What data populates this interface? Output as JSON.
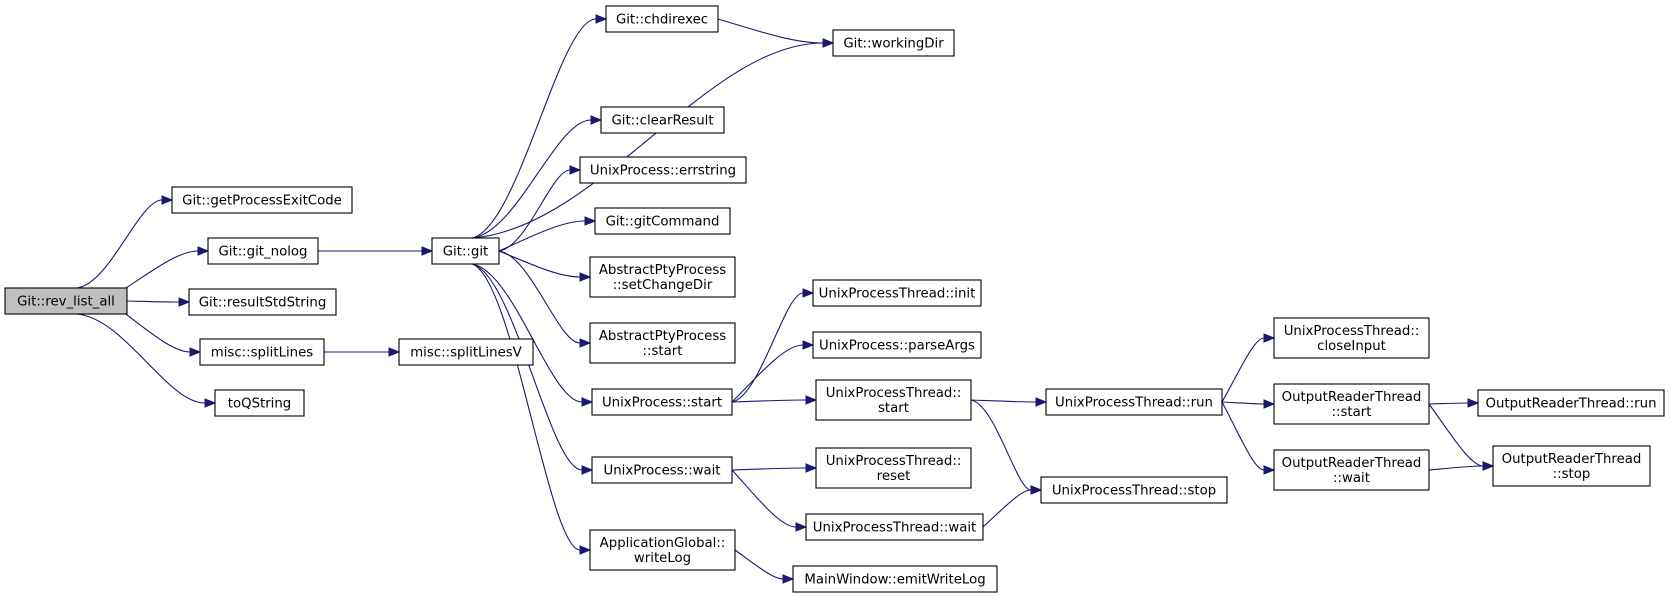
{
  "graph": {
    "title": "",
    "edge_color": "#191970",
    "root_fill": "#bfbfbf",
    "node_fill": "#ffffff",
    "nodes": [
      {
        "id": "rev_list_all",
        "lines": [
          "Git::rev_list_all"
        ],
        "root": true
      },
      {
        "id": "getProcessExitCode",
        "lines": [
          "Git::getProcessExitCode"
        ]
      },
      {
        "id": "git_nolog",
        "lines": [
          "Git::git_nolog"
        ]
      },
      {
        "id": "resultStdString",
        "lines": [
          "Git::resultStdString"
        ]
      },
      {
        "id": "splitLines",
        "lines": [
          "misc::splitLines"
        ]
      },
      {
        "id": "toQString",
        "lines": [
          "toQString"
        ]
      },
      {
        "id": "git",
        "lines": [
          "Git::git"
        ]
      },
      {
        "id": "splitLinesV",
        "lines": [
          "misc::splitLinesV"
        ]
      },
      {
        "id": "chdirexec",
        "lines": [
          "Git::chdirexec"
        ]
      },
      {
        "id": "workingDir",
        "lines": [
          "Git::workingDir"
        ]
      },
      {
        "id": "clearResult",
        "lines": [
          "Git::clearResult"
        ]
      },
      {
        "id": "errstring",
        "lines": [
          "UnixProcess::errstring"
        ]
      },
      {
        "id": "gitCommand",
        "lines": [
          "Git::gitCommand"
        ]
      },
      {
        "id": "setChangeDir",
        "lines": [
          "AbstractPtyProcess",
          "::setChangeDir"
        ]
      },
      {
        "id": "apt_start",
        "lines": [
          "AbstractPtyProcess",
          "::start"
        ]
      },
      {
        "id": "up_start",
        "lines": [
          "UnixProcess::start"
        ]
      },
      {
        "id": "up_wait",
        "lines": [
          "UnixProcess::wait"
        ]
      },
      {
        "id": "writeLog",
        "lines": [
          "ApplicationGlobal::",
          "writeLog"
        ]
      },
      {
        "id": "upt_init",
        "lines": [
          "UnixProcessThread::init"
        ]
      },
      {
        "id": "parseArgs",
        "lines": [
          "UnixProcess::parseArgs"
        ]
      },
      {
        "id": "upt_start",
        "lines": [
          "UnixProcessThread::",
          "start"
        ]
      },
      {
        "id": "upt_reset",
        "lines": [
          "UnixProcessThread::",
          "reset"
        ]
      },
      {
        "id": "upt_wait",
        "lines": [
          "UnixProcessThread::wait"
        ]
      },
      {
        "id": "emitWriteLog",
        "lines": [
          "MainWindow::emitWriteLog"
        ]
      },
      {
        "id": "upt_run",
        "lines": [
          "UnixProcessThread::run"
        ]
      },
      {
        "id": "upt_stop",
        "lines": [
          "UnixProcessThread::stop"
        ]
      },
      {
        "id": "closeInput",
        "lines": [
          "UnixProcessThread::",
          "closeInput"
        ]
      },
      {
        "id": "ort_start",
        "lines": [
          "OutputReaderThread",
          "::start"
        ]
      },
      {
        "id": "ort_wait",
        "lines": [
          "OutputReaderThread",
          "::wait"
        ]
      },
      {
        "id": "ort_run",
        "lines": [
          "OutputReaderThread::run"
        ]
      },
      {
        "id": "ort_stop",
        "lines": [
          "OutputReaderThread",
          "::stop"
        ]
      }
    ],
    "edges": [
      {
        "from": "rev_list_all",
        "to": "getProcessExitCode"
      },
      {
        "from": "rev_list_all",
        "to": "git_nolog"
      },
      {
        "from": "rev_list_all",
        "to": "resultStdString"
      },
      {
        "from": "rev_list_all",
        "to": "splitLines"
      },
      {
        "from": "rev_list_all",
        "to": "toQString"
      },
      {
        "from": "git_nolog",
        "to": "git"
      },
      {
        "from": "splitLines",
        "to": "splitLinesV"
      },
      {
        "from": "git",
        "to": "chdirexec"
      },
      {
        "from": "git",
        "to": "workingDir"
      },
      {
        "from": "git",
        "to": "clearResult"
      },
      {
        "from": "git",
        "to": "errstring"
      },
      {
        "from": "git",
        "to": "gitCommand"
      },
      {
        "from": "git",
        "to": "setChangeDir"
      },
      {
        "from": "git",
        "to": "apt_start"
      },
      {
        "from": "git",
        "to": "up_start"
      },
      {
        "from": "git",
        "to": "up_wait"
      },
      {
        "from": "git",
        "to": "writeLog"
      },
      {
        "from": "chdirexec",
        "to": "workingDir"
      },
      {
        "from": "up_start",
        "to": "upt_init"
      },
      {
        "from": "up_start",
        "to": "parseArgs"
      },
      {
        "from": "up_start",
        "to": "upt_start"
      },
      {
        "from": "up_wait",
        "to": "upt_reset"
      },
      {
        "from": "up_wait",
        "to": "upt_wait"
      },
      {
        "from": "writeLog",
        "to": "emitWriteLog"
      },
      {
        "from": "upt_start",
        "to": "upt_run"
      },
      {
        "from": "upt_start",
        "to": "upt_stop"
      },
      {
        "from": "upt_wait",
        "to": "upt_stop"
      },
      {
        "from": "upt_run",
        "to": "closeInput"
      },
      {
        "from": "upt_run",
        "to": "ort_start"
      },
      {
        "from": "upt_run",
        "to": "ort_wait"
      },
      {
        "from": "ort_start",
        "to": "ort_run"
      },
      {
        "from": "ort_start",
        "to": "ort_stop"
      },
      {
        "from": "ort_wait",
        "to": "ort_stop"
      }
    ]
  }
}
